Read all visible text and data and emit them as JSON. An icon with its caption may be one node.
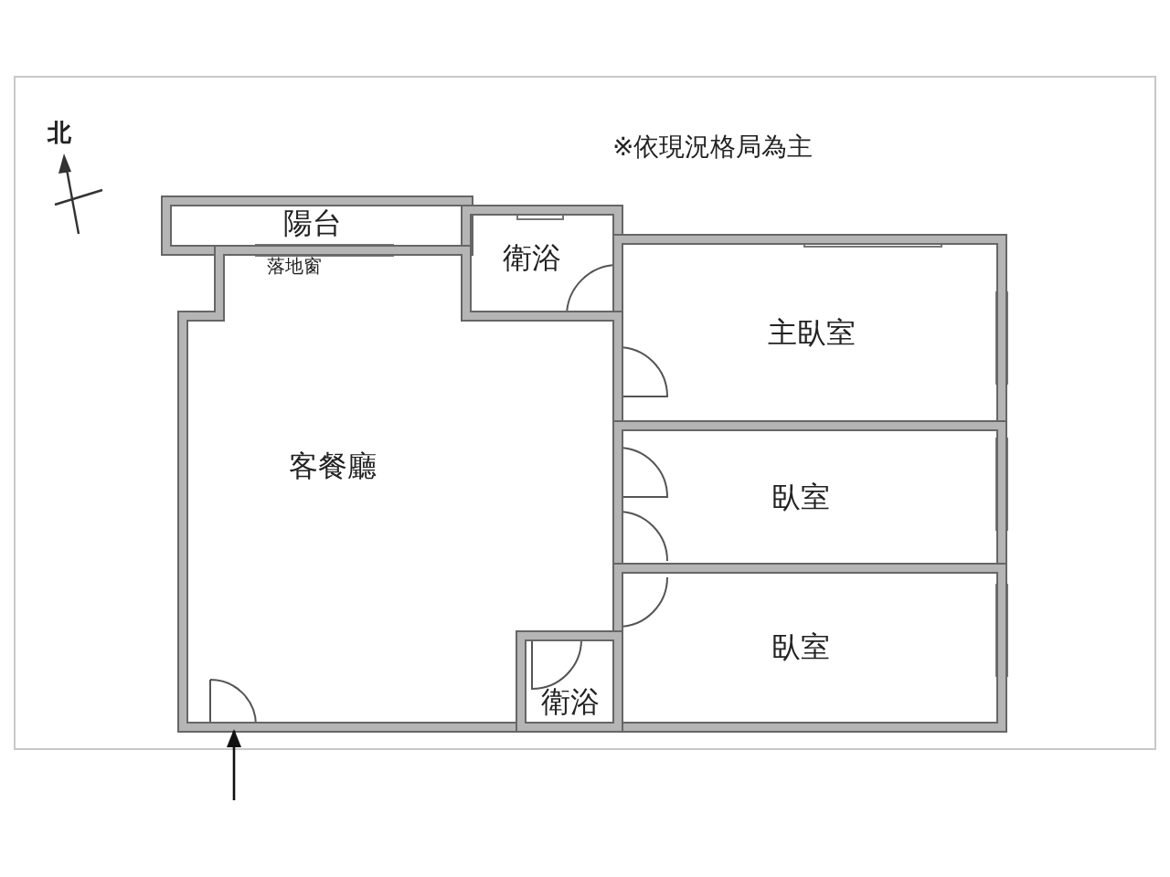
{
  "diagram": {
    "nodes": [
      {
        "text": [
          "陽台"
        ]
      },
      {
        "text": [
          "衛浴"
        ]
      },
      {
        "text": [
          "主臥室"
        ]
      },
      {
        "text": [
          "客餐廳"
        ]
      },
      {
        "text": [
          "臥室"
        ]
      },
      {
        "text": [
          "臥室"
        ]
      },
      {
        "text": [
          "衛浴"
        ]
      }
    ],
    "edges": [
      {
        "from": null,
        "to": 3,
        "arrow": "to"
      }
    ],
    "labels": [
      "北",
      "※依現況格局為主",
      "落地窗"
    ]
  }
}
